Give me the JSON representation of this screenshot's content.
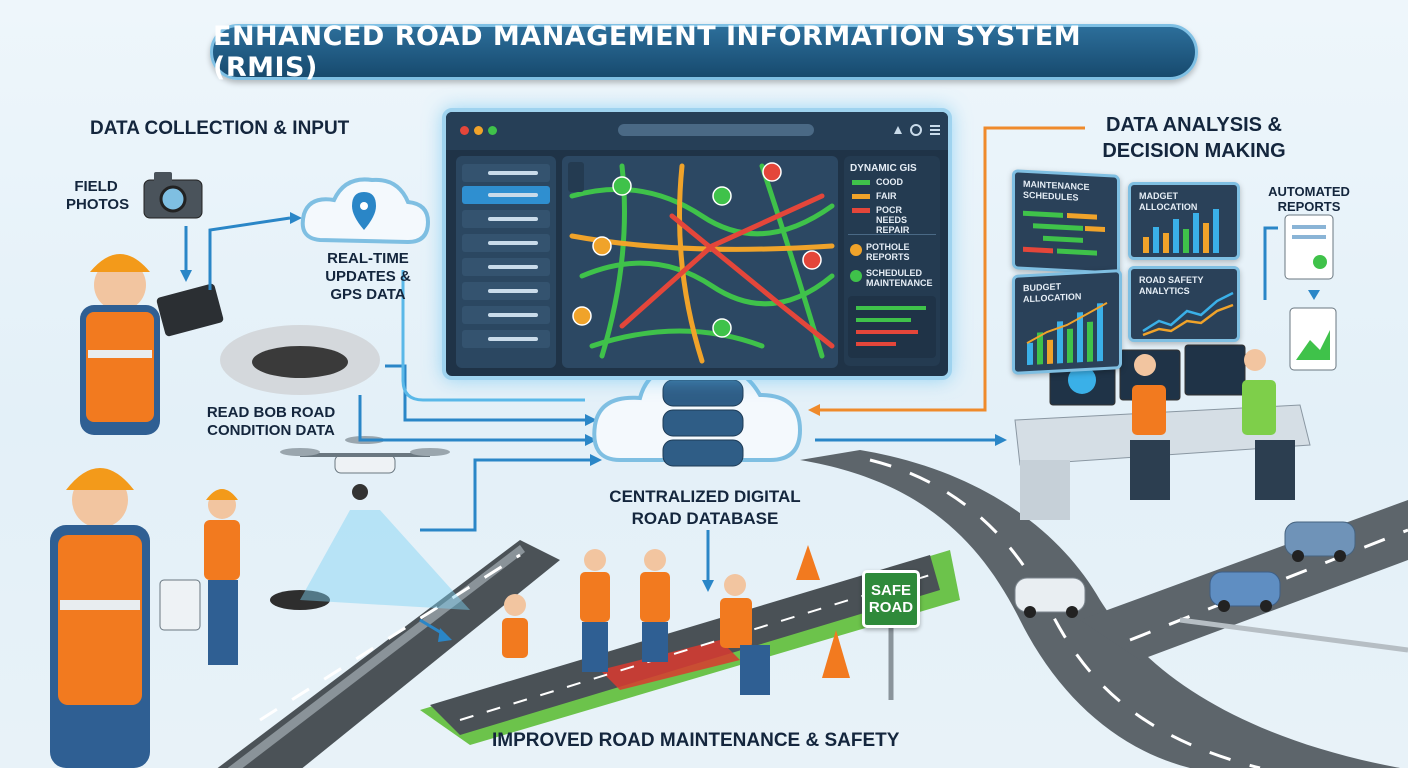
{
  "title": "ENHANCED ROAD MANAGEMENT INFORMATION SYSTEM (RMIS)",
  "sections": {
    "data_collection": "DATA COLLECTION & INPUT",
    "data_analysis_line1": "DATA ANALYSIS &",
    "data_analysis_line2": "DECISION MAKING",
    "central_db_line1": "CENTRALIZED DIGITAL",
    "central_db_line2": "ROAD DATABASE",
    "improved": "IMPROVED ROAD MAINTENANCE & SAFETY"
  },
  "inputs": {
    "field_photos_line1": "FIELD",
    "field_photos_line2": "PHOTOS",
    "realtime_line1": "REAL-TIME",
    "realtime_line2": "UPDATES &",
    "realtime_line3": "GPS DATA",
    "condition_line1": "READ BOB ROAD",
    "condition_line2": "CONDITION DATA"
  },
  "dashboard": {
    "legend_title": "DYNAMIC GIS",
    "legend": [
      {
        "label": "COOD",
        "color": "#3fc24a"
      },
      {
        "label": "FAIR",
        "color": "#f0a32a"
      },
      {
        "label": "POCR",
        "color": "#e4463a"
      },
      {
        "label": "NEEDS REPAIR",
        "color": "#e4463a"
      }
    ],
    "pothole_line1": "POTHOLE",
    "pothole_line2": "REPORTS",
    "scheduled_line1": "SCHEDULED",
    "scheduled_line2": "MAINTENANCE"
  },
  "analysis_panels": {
    "maintenance_line1": "MAINTENANCE",
    "maintenance_line2": "SCHEDULES",
    "madget": "MADGET ALLOCATION",
    "budget": "BUDGET ALLOCATION",
    "road_safety": "ROAD SAFETY ANALYTICS"
  },
  "reports": {
    "line1": "AUTOMATED",
    "line2": "REPORTS"
  },
  "sign": {
    "line1": "SAFE",
    "line2": "ROAD"
  },
  "colors": {
    "good": "#3fc24a",
    "fair": "#f0a32a",
    "poor": "#e4463a",
    "flow_blue": "#2a86c7",
    "flow_orange": "#ef8a2b",
    "vest": "#f27a1f"
  }
}
